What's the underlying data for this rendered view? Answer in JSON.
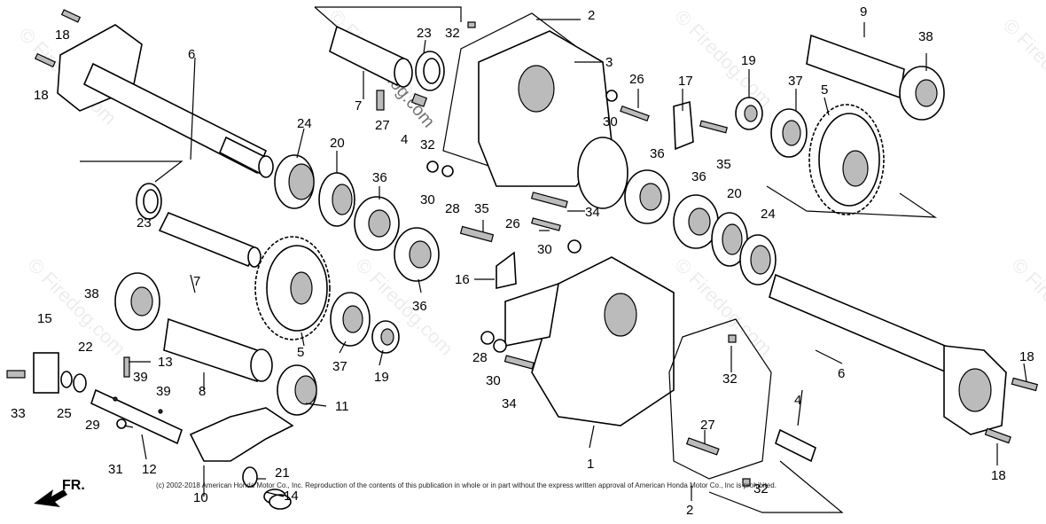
{
  "parts": {
    "p1": "1",
    "p2": "2",
    "p3": "3",
    "p4": "4",
    "p5": "5",
    "p6": "6",
    "p7": "7",
    "p8": "8",
    "p9": "9",
    "p10": "10",
    "p11": "11",
    "p12": "12",
    "p13": "13",
    "p14": "14",
    "p15": "15",
    "p16": "16",
    "p17": "17",
    "p18": "18",
    "p19": "19",
    "p20": "20",
    "p21": "21",
    "p22": "22",
    "p23": "23",
    "p24": "24",
    "p25": "25",
    "p26": "26",
    "p27": "27",
    "p28": "28",
    "p29": "29",
    "p30": "30",
    "p31": "31",
    "p32": "32",
    "p33": "33",
    "p34": "34",
    "p35": "35",
    "p36": "36",
    "p37": "37",
    "p38": "38",
    "p39": "39"
  },
  "watermark": "© Firedog.com",
  "watermark_center": "Firedog.com",
  "direction_label": "FR.",
  "copyright": "(c) 2002-2018 American Honda Motor Co., Inc. Reproduction of the contents of this publication in whole or in part without the express written approval of American Honda Motor Co., Inc is prohibited."
}
